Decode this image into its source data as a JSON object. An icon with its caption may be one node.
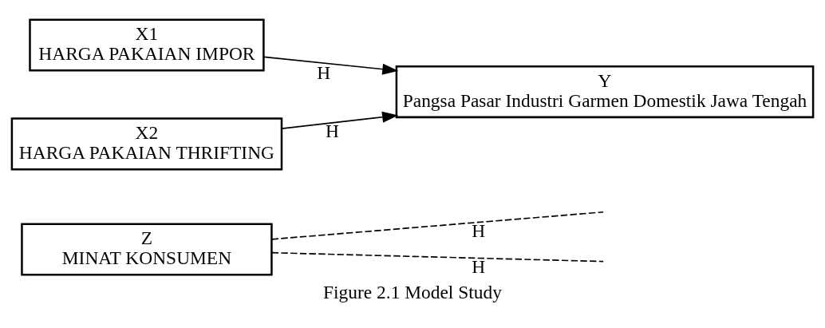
{
  "diagram": {
    "caption": "Figure 2.1 Model Study",
    "nodes": [
      {
        "text": [
          "Z",
          "MINAT KONSUMEN"
        ]
      },
      {
        "text": [
          "X1",
          "HARGA PAKAIAN IMPOR"
        ]
      },
      {
        "text": [
          "X2",
          "HARGA PAKAIAN THRIFTING"
        ]
      },
      {
        "text": [
          "Y",
          "Pangsa Pasar Industri Garmen Domestik Jawa Tengah"
        ]
      }
    ],
    "edges": [
      {
        "from": 1,
        "to": 3,
        "arrow": "to",
        "label": "H"
      },
      {
        "from": 2,
        "to": 3,
        "arrow": "to",
        "label": "H"
      },
      {
        "from": 0,
        "to": null,
        "arrow": "none",
        "style": "dashed",
        "label": "H"
      },
      {
        "from": 0,
        "to": null,
        "arrow": "none",
        "style": "dashed",
        "label": "H"
      }
    ]
  }
}
